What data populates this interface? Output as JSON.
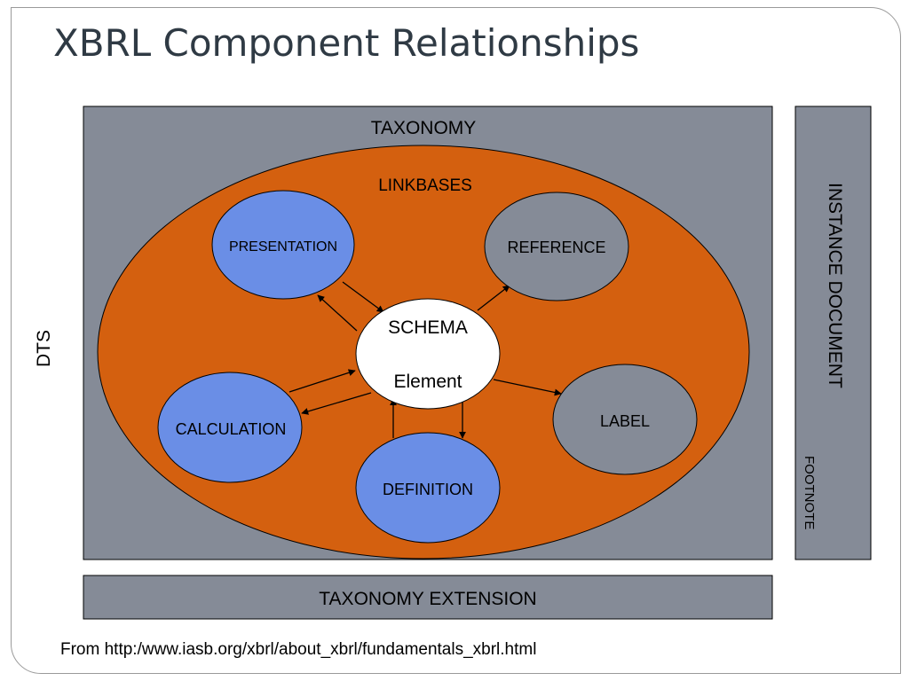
{
  "title": "XBRL Component Relationships",
  "labels": {
    "taxonomy": "TAXONOMY",
    "linkbases": "LINKBASES",
    "presentation": "PRESENTATION",
    "reference": "REFERENCE",
    "schema_line1": "SCHEMA",
    "schema_line2": "Element",
    "calculation": "CALCULATION",
    "label": "LABEL",
    "definition": "DEFINITION",
    "instance_document": "INSTANCE DOCUMENT",
    "footnote": "FOOTNOTE",
    "dts": "DTS",
    "taxonomy_extension": "TAXONOMY EXTENSION"
  },
  "source": "From http:/www.iasb.org/xbrl/about_xbrl/fundamentals_xbrl.html",
  "colors": {
    "taxonomy_box": "#858b97",
    "linkbase_ellipse": "#d4600f",
    "blue_node": "#6a8ee6",
    "gray_node": "#858b97",
    "schema_node": "#ffffff"
  }
}
